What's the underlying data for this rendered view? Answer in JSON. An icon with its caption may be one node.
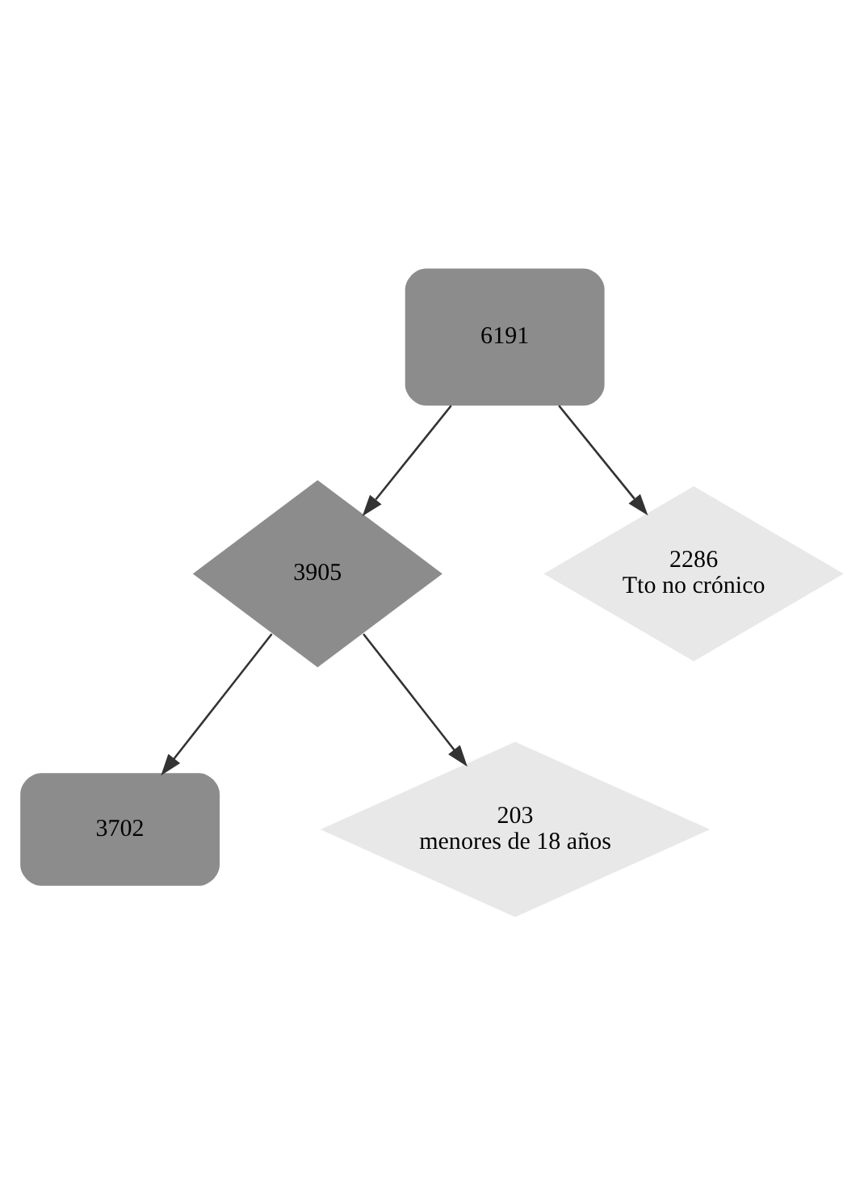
{
  "diagram": {
    "nodes": [
      {
        "text": [
          "6191"
        ]
      },
      {
        "text": [
          "3905"
        ]
      },
      {
        "text": [
          "3702"
        ]
      },
      {
        "text": [
          "2286",
          "Tto no crónico"
        ]
      },
      {
        "text": [
          "203",
          "menores de 18 años"
        ]
      }
    ],
    "edges": [
      {
        "from": 0,
        "to": 1,
        "arrow": "to"
      },
      {
        "from": 0,
        "to": 3,
        "arrow": "to"
      },
      {
        "from": 1,
        "to": 2,
        "arrow": "to"
      },
      {
        "from": 1,
        "to": 4,
        "arrow": "to"
      }
    ]
  }
}
